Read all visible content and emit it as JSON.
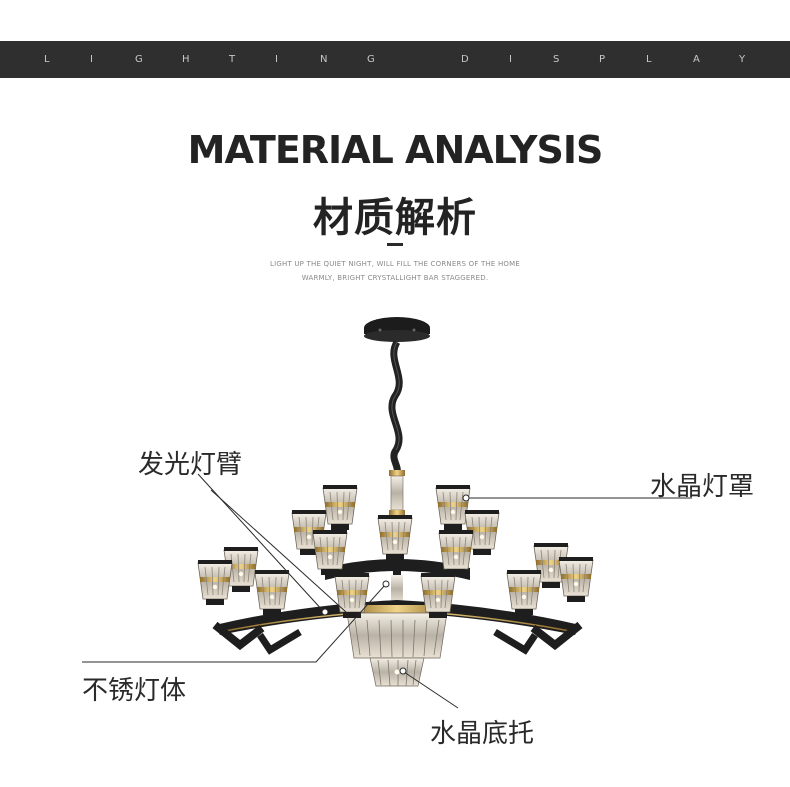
{
  "header": {
    "letters": [
      "L",
      "I",
      "G",
      "H",
      "T",
      "I",
      "N",
      "G",
      "D",
      "I",
      "S",
      "P",
      "L",
      "A",
      "Y"
    ]
  },
  "title": {
    "english": "MATERIAL ANALYSIS",
    "chinese": "材质解析"
  },
  "subtitle": {
    "line1": "LIGHT UP THE QUIET NIGHT, WILL FILL THE CORNERS OF THE HOME",
    "line2": "WARMLY, BRIGHT CRYSTALLIGHT BAR STAGGERED."
  },
  "callouts": {
    "arm": "发光灯臂",
    "shade": "水晶灯罩",
    "body": "不锈灯体",
    "base": "水晶底托"
  },
  "colors": {
    "bar": "#2f2f2f",
    "title": "#232323",
    "frame": "#1e1e1e",
    "gold": "#c9a24a"
  }
}
